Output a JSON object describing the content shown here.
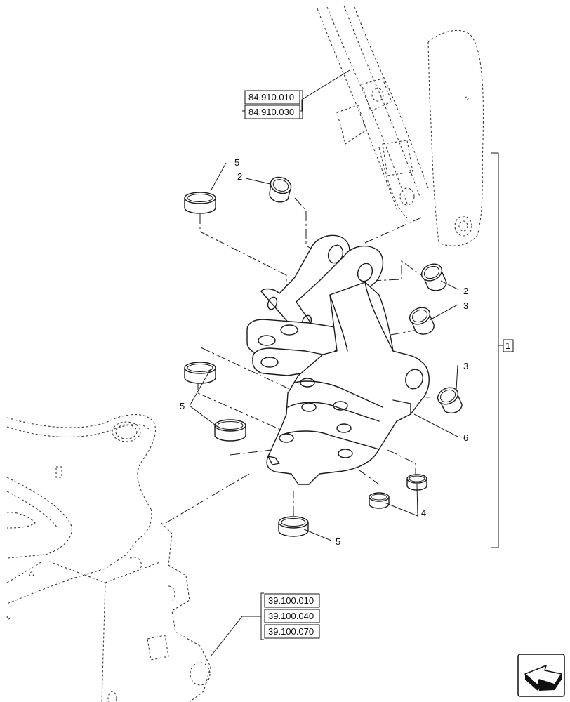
{
  "callouts": {
    "c1": "1",
    "c2a": "2",
    "c2b": "2",
    "c3a": "3",
    "c3b": "3",
    "c4": "4",
    "c5a": "5",
    "c5b": "5",
    "c5c": "5",
    "c6": "6"
  },
  "references_top": [
    "84.910.010",
    "84.910.030"
  ],
  "references_bottom": [
    "39.100.010",
    "39.100.040",
    "39.100.070"
  ],
  "icons": {
    "nav": "arrow-icon"
  }
}
